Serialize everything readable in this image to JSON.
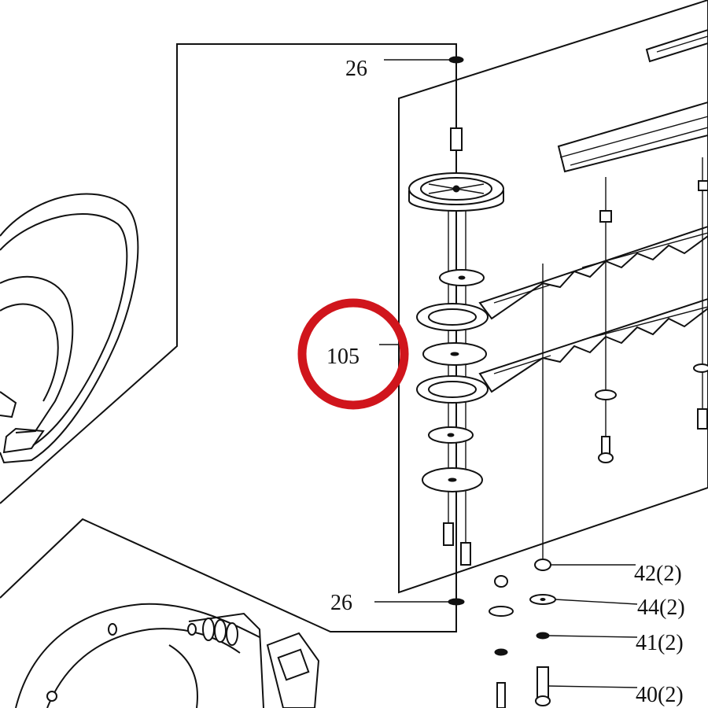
{
  "labels": {
    "top_26": "26",
    "bottom_26": "26",
    "callout_105": "105",
    "l42": "42(2)",
    "l44": "44(2)",
    "l41": "41(2)",
    "l40": "40(2)"
  },
  "colors": {
    "highlight_circle": "#d0151c",
    "line": "#111111"
  }
}
